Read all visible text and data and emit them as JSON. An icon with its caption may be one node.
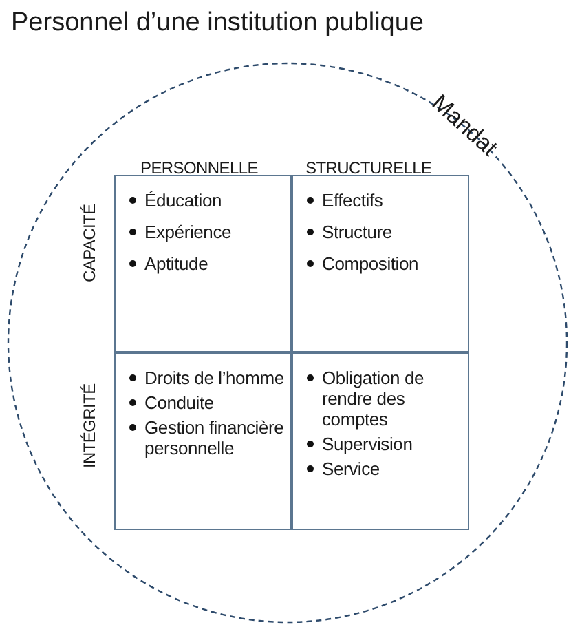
{
  "diagram": {
    "title": "Personnel d’une institution publique",
    "nodes": [
      {
        "text": [
          "Mandat"
        ]
      },
      {
        "text": [
          "Éducation",
          "Expérience",
          "Aptitude"
        ],
        "in": 0
      },
      {
        "text": [
          "Effectifs",
          "Structure",
          "Composition"
        ],
        "in": 0
      },
      {
        "text": [
          "Droits de l’homme",
          "Conduite",
          "Gestion financière personnelle"
        ],
        "in": 0
      },
      {
        "text": [
          "Obligation de rendre des comptes",
          "Supervision",
          "Service"
        ],
        "in": 0
      }
    ],
    "labels": [
      "PERSONNELLE",
      "STRUCTURELLE",
      "CAPACITÉ",
      "INTÉGRITÉ"
    ]
  }
}
